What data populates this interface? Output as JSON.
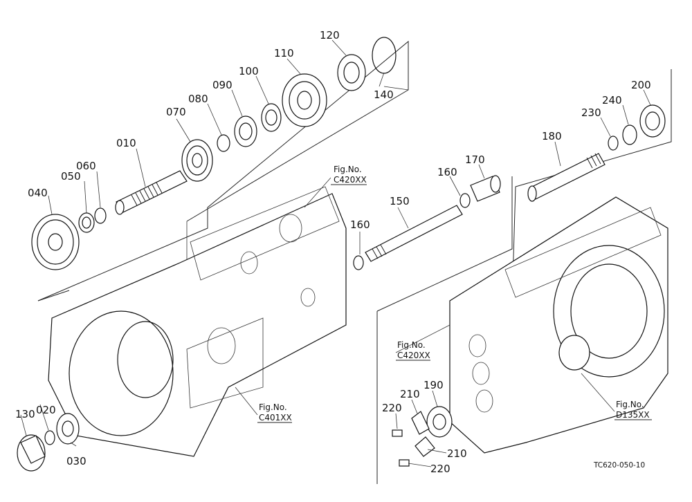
{
  "diagram": {
    "part_numbers": {
      "p010": "010",
      "p020": "020",
      "p030": "030",
      "p040": "040",
      "p050": "050",
      "p060": "060",
      "p070": "070",
      "p080": "080",
      "p090": "090",
      "p100": "100",
      "p110": "110",
      "p120": "120",
      "p130": "130",
      "p140": "140",
      "p150": "150",
      "p160a": "160",
      "p160b": "160",
      "p170": "170",
      "p180": "180",
      "p190": "190",
      "p200": "200",
      "p210a": "210",
      "p210b": "210",
      "p220a": "220",
      "p220b": "220",
      "p230": "230",
      "p240": "240"
    },
    "references": {
      "ref_top_label": "Fig.No.",
      "ref_top_code": "C420XX",
      "ref_mid_label": "Fig.No.",
      "ref_mid_code": "C420XX",
      "ref_left_label": "Fig.No.",
      "ref_left_code": "C401XX",
      "ref_right_label": "Fig.No.",
      "ref_right_code": "D135XX"
    },
    "drawing_code": "TC620-050-10"
  }
}
